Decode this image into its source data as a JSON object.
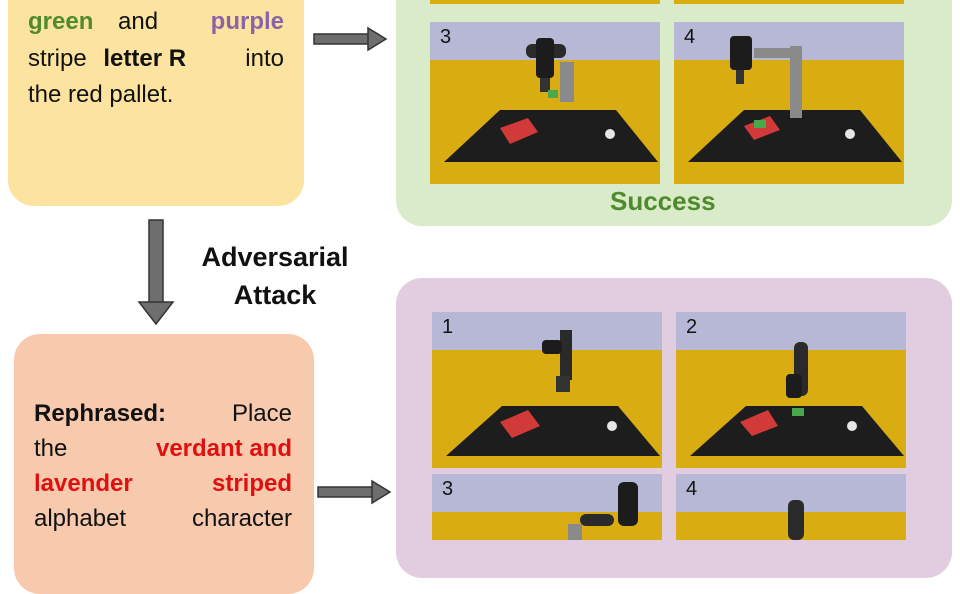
{
  "original": {
    "word_green": "green",
    "word_and": "and",
    "word_purple": "purple",
    "word_stripe": "stripe",
    "word_letter_r": "letter R",
    "word_into": "into",
    "line_end": "the red pallet."
  },
  "attack": {
    "line1": "Adversarial",
    "line2": "Attack"
  },
  "rephrased": {
    "label": "Rephrased:",
    "w_place": "Place",
    "w_the": "the",
    "w_verdant_and": "verdant and",
    "w_lavender": "lavender",
    "w_striped": "striped",
    "w_alphabet": "alphabet",
    "w_character": "character"
  },
  "success_label": "Success",
  "frames_top": [
    "3",
    "4"
  ],
  "frames_bottom": [
    "1",
    "2",
    "3",
    "4"
  ],
  "colors": {
    "original_box": "#fde3a0",
    "rephrased_box": "#f7c9ad",
    "success_panel": "#d9ebc8",
    "failure_panel": "#e2cde0",
    "green_text": "#4f8a2e",
    "purple_text": "#8a64a8",
    "red_text": "#e01010",
    "arrow": "#6e6e6e"
  }
}
